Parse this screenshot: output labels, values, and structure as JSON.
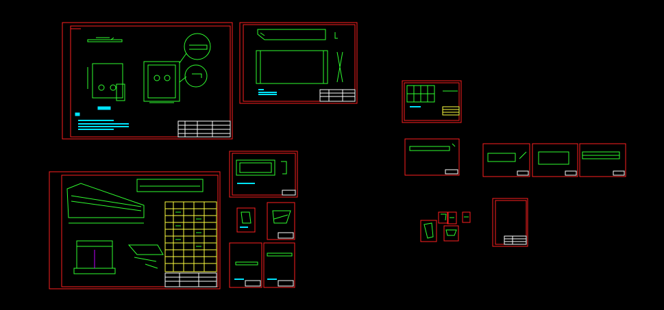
{
  "viewport": {
    "background": "#000000"
  },
  "colors": {
    "sheet_border": "#ff2020",
    "geometry": "#30ff30",
    "title_block": "#ffffff",
    "annotation": "#00e5ff",
    "dimension": "#ffff40",
    "hatch": "#c000ff"
  },
  "sheets": [
    {
      "name": "sheet-a1-assembly-plan"
    },
    {
      "name": "sheet-a2-beam"
    },
    {
      "name": "sheet-a3-machine-assembly"
    },
    {
      "name": "sheet-a4-part"
    },
    {
      "name": "sheet-small-1"
    },
    {
      "name": "sheet-small-2"
    },
    {
      "name": "sheet-small-3"
    },
    {
      "name": "sheet-small-4"
    },
    {
      "name": "sheet-grid-plate"
    },
    {
      "name": "sheet-bar"
    },
    {
      "name": "sheet-row-1"
    },
    {
      "name": "sheet-row-2"
    },
    {
      "name": "sheet-row-3"
    },
    {
      "name": "sheet-tiny-1"
    },
    {
      "name": "sheet-tiny-2"
    },
    {
      "name": "sheet-tiny-3"
    },
    {
      "name": "sheet-tiny-4"
    },
    {
      "name": "sheet-blank-portrait"
    }
  ]
}
